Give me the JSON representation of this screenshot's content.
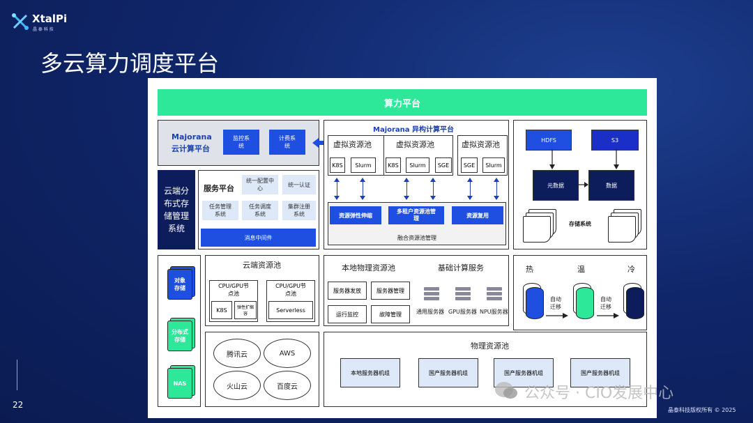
{
  "header": {
    "brand": "XtalPi",
    "brand_sub": "晶 泰 科 技",
    "title": "多云算力调度平台"
  },
  "footer": {
    "page_number": "22",
    "watermark": "公众号 · CIO发展中心",
    "copyright": "晶泰科技版权所有 © 2025"
  },
  "colors": {
    "accent_blue": "#1e4fe0",
    "accent_green": "#2ee89a",
    "navy": "#0d1d5c"
  },
  "diagram": {
    "top_bar": "算力平台",
    "cloud_platform": {
      "title_line1": "Majorana",
      "title_line2": "云计算平台",
      "monitor": "监控系统",
      "billing": "计费系统"
    },
    "heterogeneous": {
      "title": "Majorana 异构计算平台",
      "pools": [
        {
          "name": "虚拟资源池",
          "items": [
            "K8S",
            "Slurm"
          ]
        },
        {
          "name": "虚拟资源池",
          "items": [
            "K8S",
            "Slurm",
            "SGE"
          ]
        },
        {
          "name": "虚拟资源池",
          "items": [
            "SGE",
            "Slurm"
          ]
        }
      ],
      "actions": [
        "资源弹性伸缩",
        "多租户资源池管理",
        "资源复用"
      ],
      "footer": "融合资源池管理"
    },
    "left_storage_label": "云端分布式存储管理系统",
    "service_platform": {
      "title": "服务平台",
      "items": [
        "统一配置中心",
        "统一认证",
        "任务管理系统",
        "任务调度系统",
        "集群注册系统"
      ],
      "message": "消息中间件"
    },
    "storage_system": {
      "hdfs": "HDFS",
      "s3": "S3",
      "metadata": "元数据",
      "data": "数据",
      "label": "存储系统"
    },
    "object_stack": {
      "object": "对象存储",
      "distributed": "分布式存储",
      "nas": "NAS"
    },
    "cloud_pool": {
      "title": "云端资源池",
      "group1": {
        "title": "CPU/GPU节点池",
        "items": [
          "K8S",
          "弹性扩缩容"
        ]
      },
      "group2": {
        "title": "CPU/GPU节点池",
        "items": [
          "Serverless"
        ]
      }
    },
    "clouds": [
      "腾讯云",
      "AWS",
      "火山云",
      "百度云"
    ],
    "local_pool": {
      "title": "本地物理资源池",
      "items": [
        "服务器发放",
        "服务器管理",
        "运行监控",
        "故障管理"
      ],
      "compute_title": "基础计算服务",
      "servers": [
        "通用服务器",
        "GPU服务器",
        "NPU服务器"
      ]
    },
    "tiers": {
      "hot": "热",
      "warm": "温",
      "cold": "冷",
      "migrate": "自动迁移"
    },
    "physical_pool": {
      "title": "物理资源池",
      "clusters": [
        "本地服务器机组",
        "国产服务器机组",
        "国产服务器机组",
        "国产服务器机组"
      ]
    }
  }
}
